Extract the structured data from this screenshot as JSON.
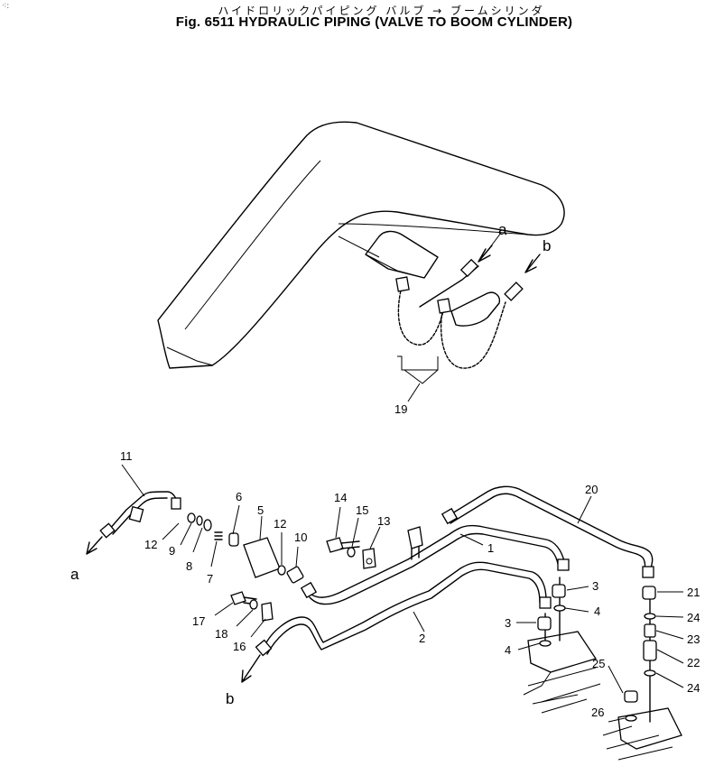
{
  "header": {
    "japanese_title": "ハイドロリックパイピング バルブ → ブームシリンダ",
    "title": "Fig. 6511   HYDRAULIC PIPING (VALVE TO BOOM CYLINDER)",
    "corner_mark": "⁖:"
  },
  "callouts": {
    "a_top": "a",
    "b_top": "b",
    "p19": "19",
    "p11": "11",
    "p12a": "12",
    "p9": "9",
    "p8": "8",
    "p7": "7",
    "p6": "6",
    "p5": "5",
    "p12b": "12",
    "p10": "10",
    "p14": "14",
    "p15": "15",
    "p13": "13",
    "p20": "20",
    "p1": "1",
    "p2": "2",
    "p17": "17",
    "p18": "18",
    "p16": "16",
    "p3a": "3",
    "p4a": "4",
    "p3b": "3",
    "p4b": "4",
    "p21": "21",
    "p24a": "24",
    "p23": "23",
    "p22": "22",
    "p24b": "24",
    "p25": "25",
    "p26": "26",
    "a_bottom": "a",
    "b_bottom": "b"
  }
}
